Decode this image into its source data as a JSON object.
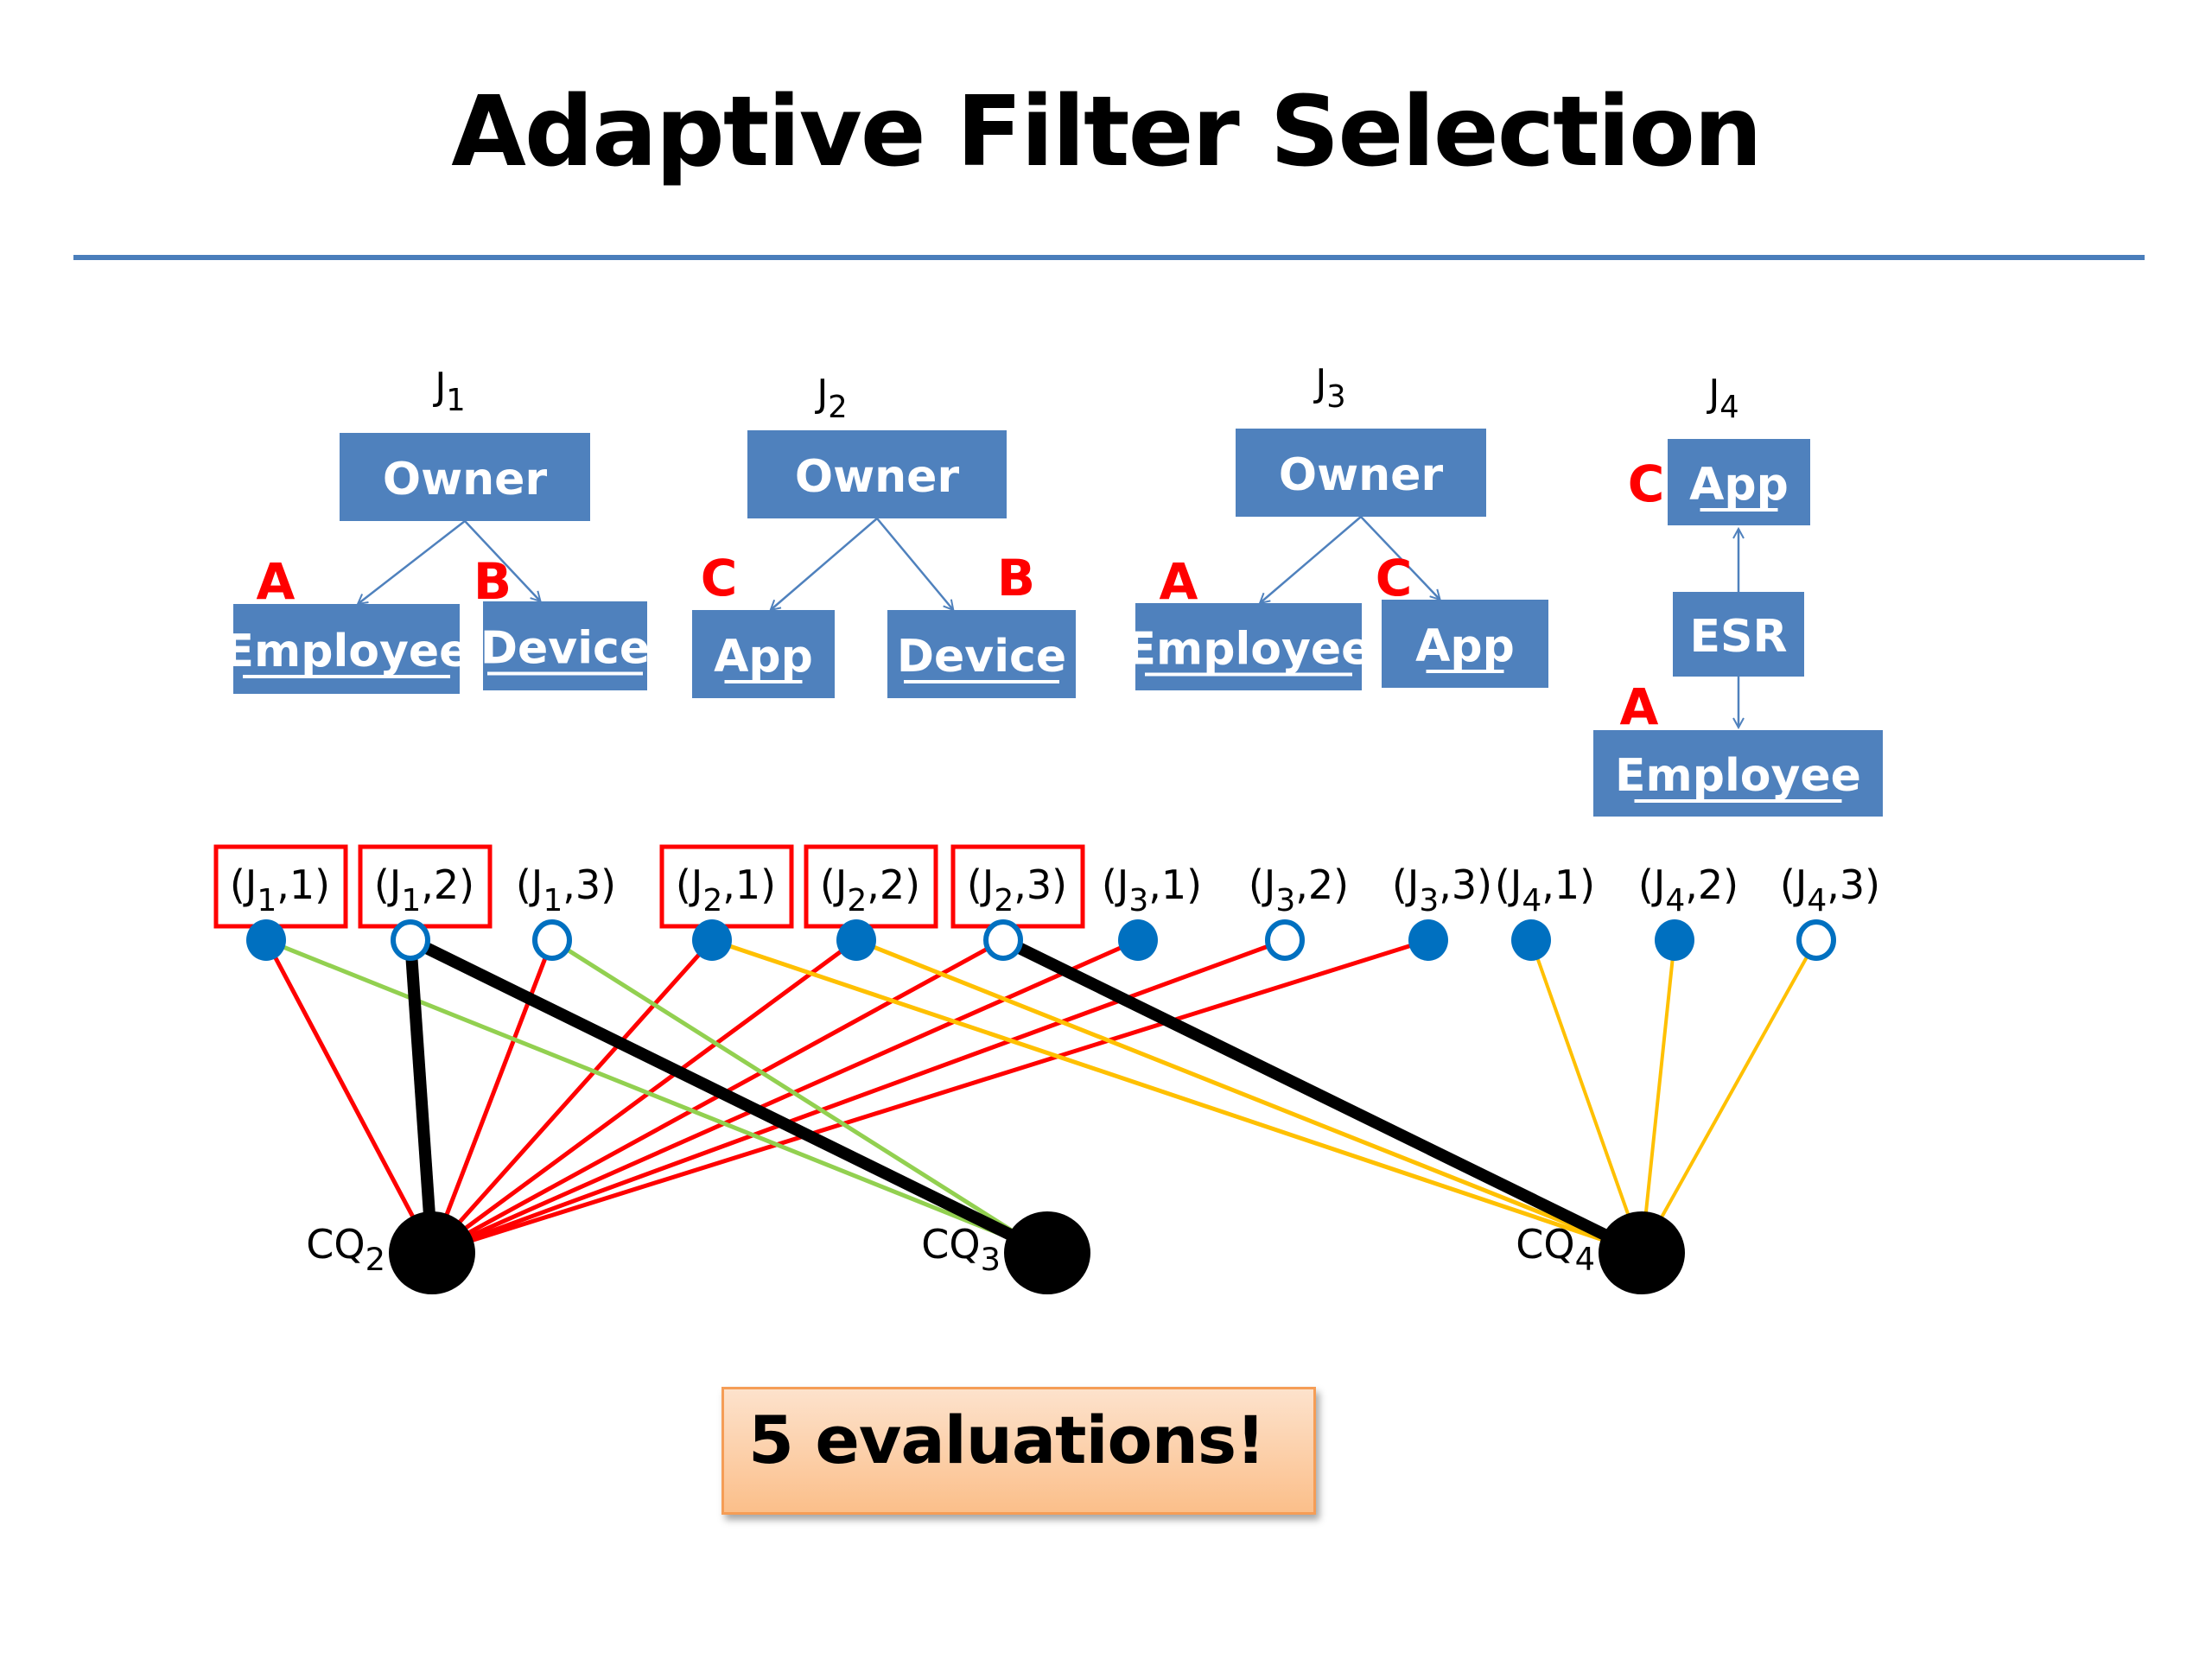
{
  "title": "Adaptive Filter Selection",
  "colors": {
    "entity_box": "#4f81bd",
    "divider": "#4a7ebb",
    "filter_letter": "#ff0000",
    "node_blue": "#0070c0",
    "edge_cq2": "#ff0000",
    "edge_cq3": "#92d050",
    "edge_cq4": "#ffc000",
    "selected_edge": "#000000",
    "highlight_box": "#ff0000"
  },
  "join_graphs": [
    {
      "label": "J",
      "sub": "1",
      "root": "Owner",
      "children": [
        {
          "name": "Employee",
          "filter": "A"
        },
        {
          "name": "Device",
          "filter": "B"
        }
      ]
    },
    {
      "label": "J",
      "sub": "2",
      "root": "Owner",
      "children": [
        {
          "name": "App",
          "filter": "C"
        },
        {
          "name": "Device",
          "filter": "B"
        }
      ]
    },
    {
      "label": "J",
      "sub": "3",
      "root": "Owner",
      "children": [
        {
          "name": "Employee",
          "filter": "A"
        },
        {
          "name": "App",
          "filter": "C"
        }
      ]
    },
    {
      "label": "J",
      "sub": "4",
      "chain": [
        {
          "name": "App",
          "filter": "C",
          "underlined": true
        },
        {
          "name": "ESR",
          "filter": "",
          "underlined": false
        },
        {
          "name": "Employee",
          "filter": "A",
          "underlined": true
        }
      ]
    }
  ],
  "filter_nodes": [
    {
      "j": "1",
      "k": "1",
      "filled": true,
      "boxed": true
    },
    {
      "j": "1",
      "k": "2",
      "filled": false,
      "boxed": true
    },
    {
      "j": "1",
      "k": "3",
      "filled": false,
      "boxed": false
    },
    {
      "j": "2",
      "k": "1",
      "filled": true,
      "boxed": true
    },
    {
      "j": "2",
      "k": "2",
      "filled": true,
      "boxed": true
    },
    {
      "j": "2",
      "k": "3",
      "filled": false,
      "boxed": true
    },
    {
      "j": "3",
      "k": "1",
      "filled": true,
      "boxed": false
    },
    {
      "j": "3",
      "k": "2",
      "filled": false,
      "boxed": false
    },
    {
      "j": "3",
      "k": "3",
      "filled": true,
      "boxed": false
    },
    {
      "j": "4",
      "k": "1",
      "filled": true,
      "boxed": false
    },
    {
      "j": "4",
      "k": "2",
      "filled": true,
      "boxed": false
    },
    {
      "j": "4",
      "k": "3",
      "filled": false,
      "boxed": false
    }
  ],
  "queries": [
    {
      "label": "CQ",
      "sub": "2"
    },
    {
      "label": "CQ",
      "sub": "3"
    },
    {
      "label": "CQ",
      "sub": "4"
    }
  ],
  "edges": [
    {
      "from": 0,
      "to": 0,
      "color": "edge_cq2",
      "bold": false
    },
    {
      "from": 1,
      "to": 0,
      "color": "selected_edge",
      "bold": true
    },
    {
      "from": 2,
      "to": 0,
      "color": "edge_cq2",
      "bold": false
    },
    {
      "from": 3,
      "to": 0,
      "color": "edge_cq2",
      "bold": false
    },
    {
      "from": 4,
      "to": 0,
      "color": "edge_cq2",
      "bold": false
    },
    {
      "from": 5,
      "to": 0,
      "color": "edge_cq2",
      "bold": false
    },
    {
      "from": 6,
      "to": 0,
      "color": "edge_cq2",
      "bold": false
    },
    {
      "from": 7,
      "to": 0,
      "color": "edge_cq2",
      "bold": false
    },
    {
      "from": 8,
      "to": 0,
      "color": "edge_cq2",
      "bold": false
    },
    {
      "from": 0,
      "to": 1,
      "color": "edge_cq3",
      "bold": false
    },
    {
      "from": 2,
      "to": 1,
      "color": "edge_cq3",
      "bold": false
    },
    {
      "from": 1,
      "to": 1,
      "color": "selected_edge",
      "bold": true
    },
    {
      "from": 3,
      "to": 2,
      "color": "edge_cq4",
      "bold": false
    },
    {
      "from": 4,
      "to": 2,
      "color": "edge_cq4",
      "bold": false
    },
    {
      "from": 5,
      "to": 2,
      "color": "edge_cq4",
      "bold": false
    },
    {
      "from": 5,
      "to": 2,
      "color": "selected_edge",
      "bold": true
    },
    {
      "from": 9,
      "to": 2,
      "color": "edge_cq4",
      "bold": false
    },
    {
      "from": 10,
      "to": 2,
      "color": "edge_cq4",
      "bold": false
    },
    {
      "from": 11,
      "to": 2,
      "color": "edge_cq4",
      "bold": false
    }
  ],
  "callout": "5 evaluations!"
}
